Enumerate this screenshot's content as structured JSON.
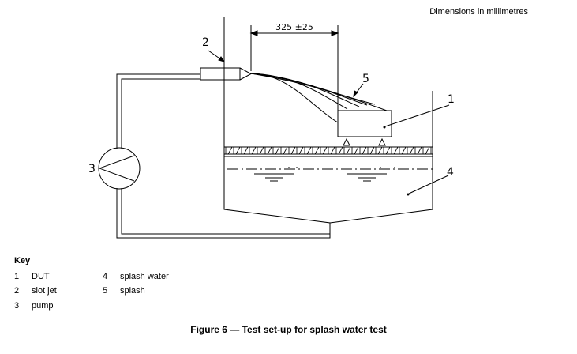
{
  "dimension_note": "Dimensions in millimetres",
  "dimension_label": "325 ±25",
  "callouts": [
    "1",
    "2",
    "3",
    "4",
    "5"
  ],
  "key": {
    "title": "Key",
    "items": [
      {
        "num": "1",
        "label": "DUT"
      },
      {
        "num": "2",
        "label": "slot jet"
      },
      {
        "num": "3",
        "label": "pump"
      },
      {
        "num": "4",
        "label": "splash water"
      },
      {
        "num": "5",
        "label": "splash"
      }
    ]
  },
  "caption": "Figure 6 — Test set-up for splash water test"
}
